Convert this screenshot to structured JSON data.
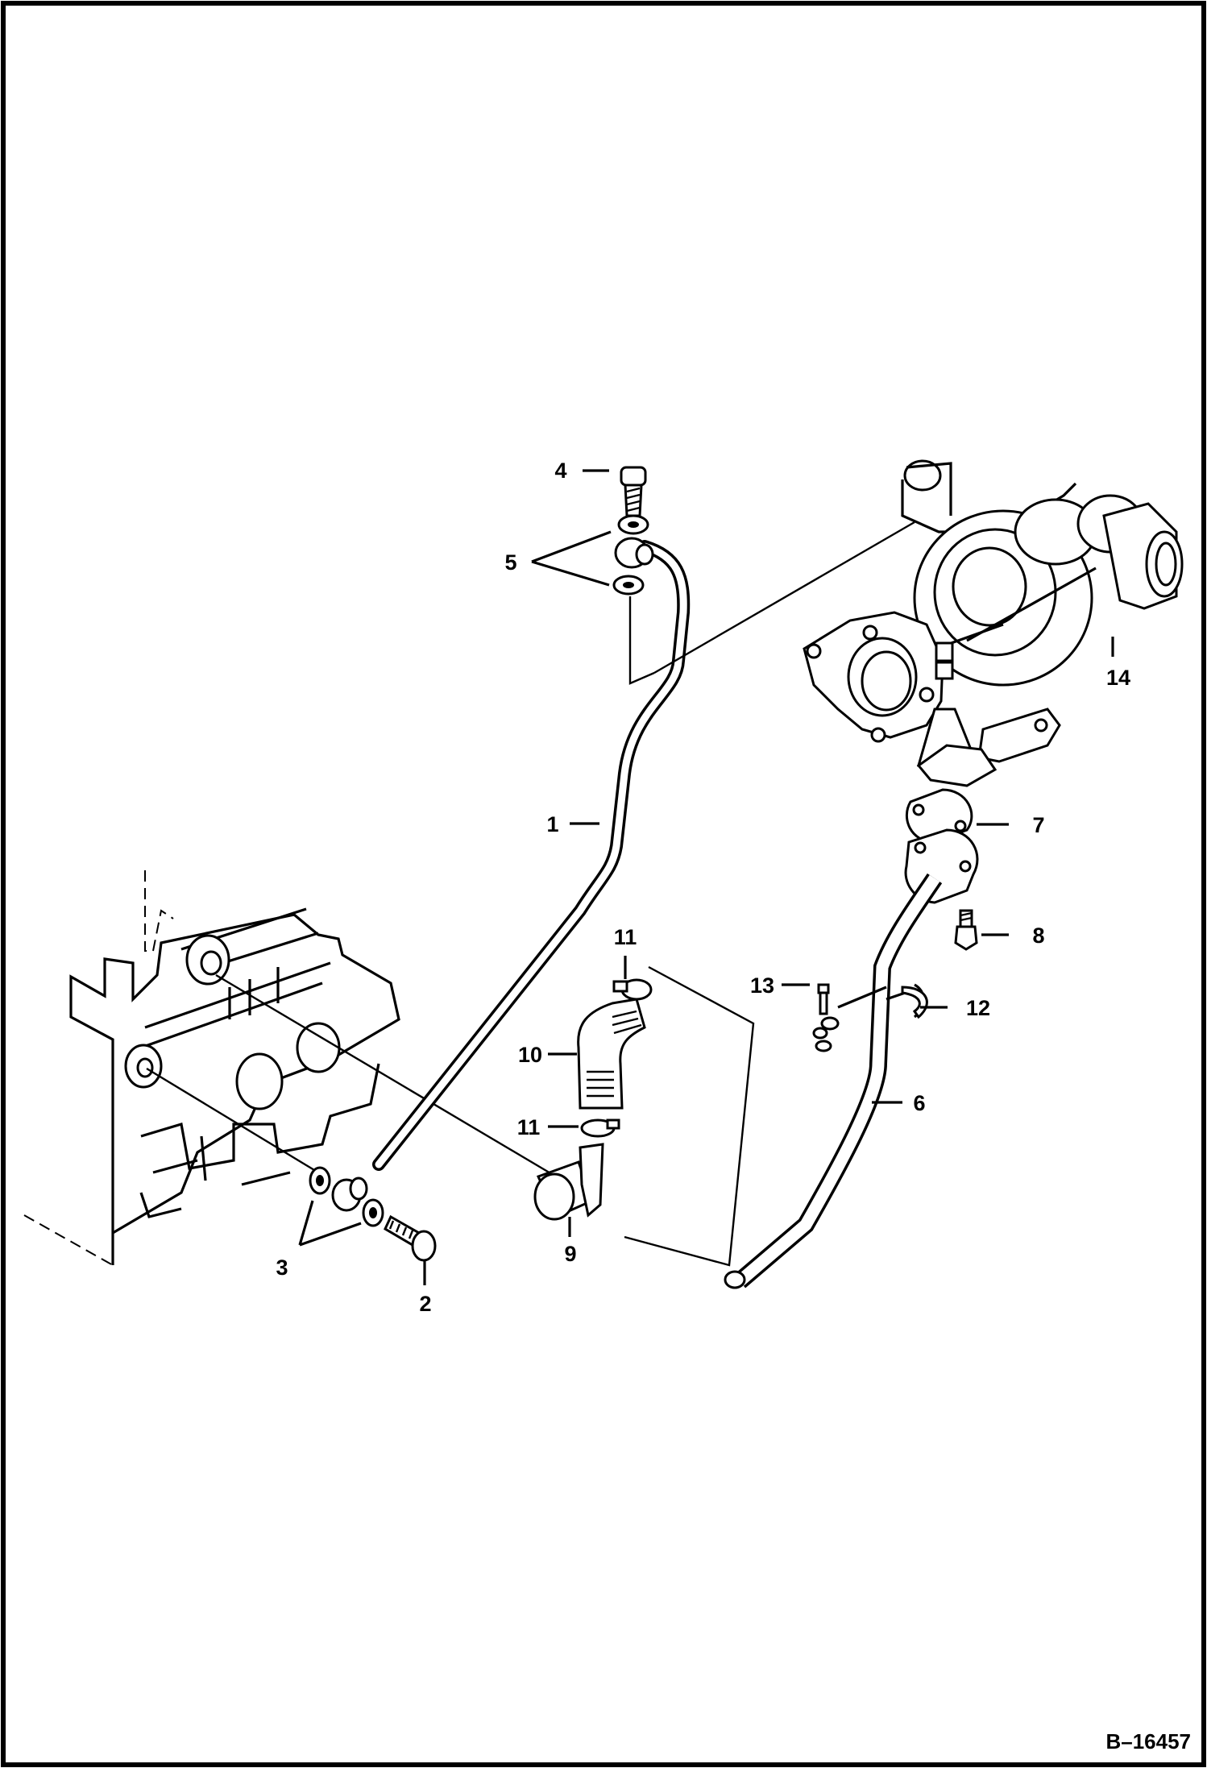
{
  "figure_id": "B–16457",
  "callouts": [
    {
      "id": "c1",
      "label": "1"
    },
    {
      "id": "c2",
      "label": "2"
    },
    {
      "id": "c3",
      "label": "3"
    },
    {
      "id": "c4",
      "label": "4"
    },
    {
      "id": "c5",
      "label": "5"
    },
    {
      "id": "c6",
      "label": "6"
    },
    {
      "id": "c7",
      "label": "7"
    },
    {
      "id": "c8",
      "label": "8"
    },
    {
      "id": "c9",
      "label": "9"
    },
    {
      "id": "c10",
      "label": "10"
    },
    {
      "id": "c11a",
      "label": "11"
    },
    {
      "id": "c11b",
      "label": "11"
    },
    {
      "id": "c12",
      "label": "12"
    },
    {
      "id": "c13",
      "label": "13"
    },
    {
      "id": "c14",
      "label": "14"
    }
  ]
}
